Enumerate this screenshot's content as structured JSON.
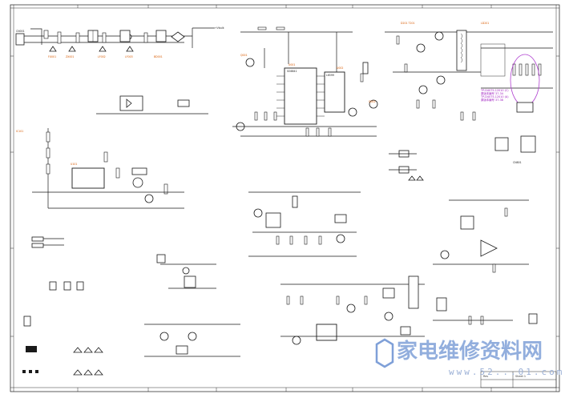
{
  "notes": {
    "purple_note_line1": "TP-D4075-12010 (C)",
    "purple_note_line2": "原版本编号 37-34",
    "purple_note_line3": "TP-D4075-12010 (A)",
    "purple_note_line4": "原版本编号 37-38"
  },
  "watermark": {
    "text": "家电维修资料网",
    "url": "www.52...01.com"
  },
  "labels": {
    "input_conn": "CN001",
    "main_ic": "SG6841",
    "pfc_ic": "L6599",
    "out_conn": "CN801"
  },
  "title_block": {
    "line1": "Rev",
    "line2": "Sheet 1"
  }
}
